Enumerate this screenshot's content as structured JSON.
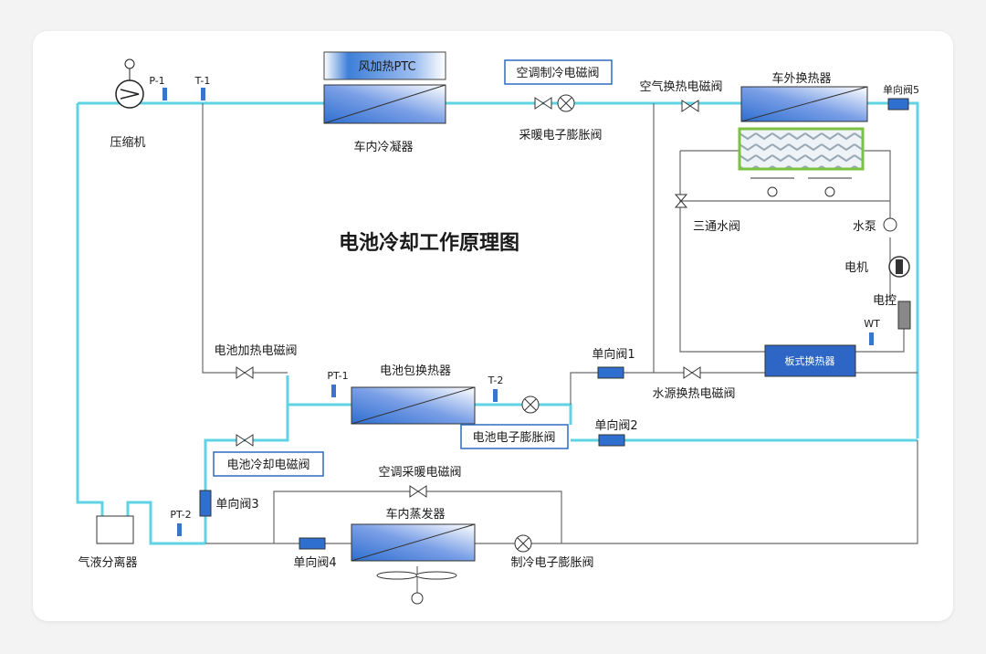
{
  "title": "电池冷却工作原理图",
  "labels": {
    "p1": "P-1",
    "t1": "T-1",
    "compressor": "压缩机",
    "pto": "风加热PTC",
    "condenser": "车内冷凝器",
    "ac_solenoid": "空调制冷电磁阀",
    "heat_exv": "采暖电子膨胀阀",
    "air_hx_solenoid": "空气换热电磁阀",
    "outer_hx": "车外换热器",
    "check5": "单向阀5",
    "three_way": "三通水阀",
    "pump": "水泵",
    "motor": "电机",
    "controller": "电控",
    "wt": "WT",
    "battery_heat_solenoid": "电池加热电磁阀",
    "pt1": "PT-1",
    "battery_hx": "电池包换热器",
    "t2": "T-2",
    "check1": "单向阀1",
    "plate_hx": "板式换热器",
    "water_hx_solenoid": "水源换热电磁阀",
    "battery_exv": "电池电子膨胀阀",
    "check2": "单向阀2",
    "battery_cool_solenoid": "电池冷却电磁阀",
    "ac_heat_solenoid": "空调采暖电磁阀",
    "evaporator": "车内蒸发器",
    "pt2": "PT-2",
    "check3": "单向阀3",
    "check4": "单向阀4",
    "separator": "气液分离器",
    "cool_exv": "制冷电子膨胀阀"
  },
  "colors": {
    "refrigerant_pipe": "#5fd3e4",
    "coolant_line": "#6a6a6a",
    "highlight_box": "#2d6cc0",
    "radiator_border": "#7cc242",
    "hx_gradient_start": "#2f6fd0",
    "hx_gradient_end": "#ffffff"
  },
  "icons": {
    "compressor": "compressor-icon",
    "valve": "solenoid-valve-icon",
    "exv": "expansion-valve-icon",
    "check_valve": "check-valve-icon",
    "fan": "fan-icon",
    "sensor": "sensor-icon",
    "pump": "pump-icon",
    "motor": "motor-icon"
  }
}
